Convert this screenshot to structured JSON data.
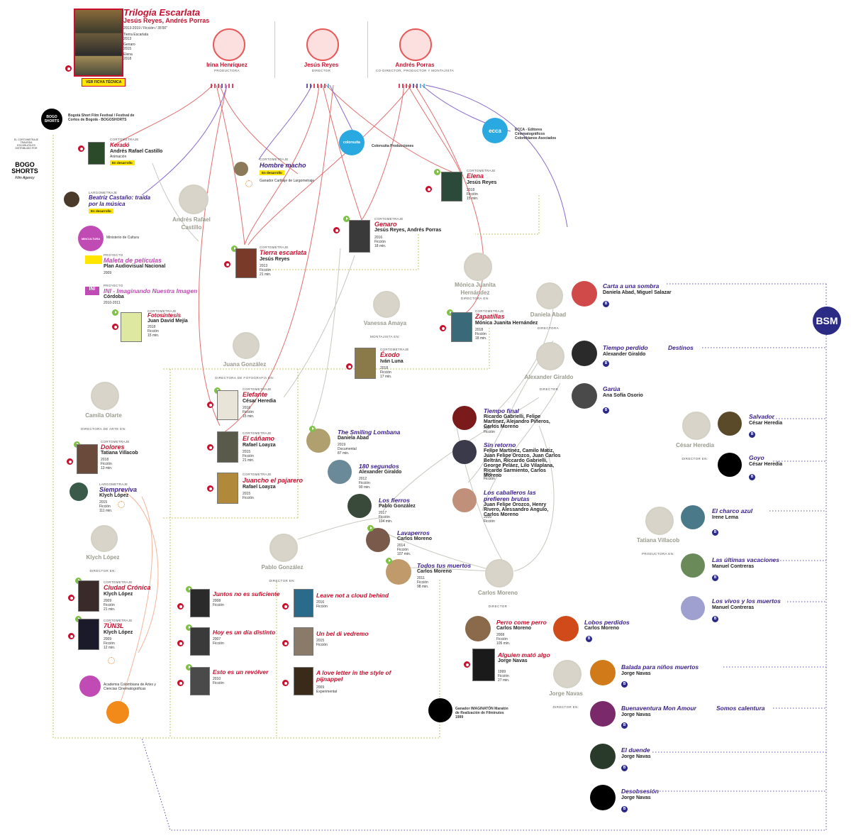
{
  "header": {
    "title": "Trilogía Escarlata",
    "directors": "Jesús Reyes, Andrés Porras",
    "info": "2013-2019 / Ficción / 35'00\"",
    "meta_lines": [
      "Tierra Escarlata",
      "2013",
      "Genaro",
      "2015",
      "Elena",
      "2018"
    ],
    "cta": "VER FICHA TÉCNICA"
  },
  "protagonists": [
    {
      "name": "Irina Henríquez",
      "role": "PRODUCTORA"
    },
    {
      "name": "Jesús Reyes",
      "role": "DIRECTOR"
    },
    {
      "name": "Andrés Porras",
      "role": "CO-DIRECTOR, PRODUCTOR Y MONTAJISTA"
    }
  ],
  "orgs": {
    "bogoshorts_festival": "Bogotá Short Film Festival / Festival de Cortos de Bogotá - BOGOSHORTS",
    "bogoshorts_distrib": "EL CORTOMETRAJE TRAVESÍA ESCARLATA ES DISTRIBUIDO POR",
    "bogoshorts_logo": "BOGO SHORTS",
    "bogoshorts_agency": "Film Agency",
    "colorsuita": "Colorsuita Producciones",
    "colorsuita_short": "colorsuita",
    "ecca_short": "ecca",
    "ecca": "ECCA - Editores Cinematográficos Colombianos Asociados",
    "mincultura": "Ministerio de Cultura",
    "mincultura_short": "MINCULTURA",
    "academia": "Academia Colombiana de Artes y Ciencias Cinematográficas",
    "imaginaton": "Ganador IMAGINATÓN Maratón de Realización de Filminutos 1999",
    "bm_logo": "BSM"
  },
  "left_projects": [
    {
      "kind": "CORTOMETRAJE",
      "title": "Keradó",
      "director": "Andrés Rafael Castillo",
      "meta": "Animación",
      "tag": "En desarrollo"
    },
    {
      "kind": "LARGOMETRAJE",
      "title": "Beatriz Castaño: traída por la música",
      "tag": "En desarrollo"
    },
    {
      "kind": "PROYECTO",
      "title": "Maleta de películas",
      "director": "Plan Audiovisual Nacional",
      "meta": "2009"
    },
    {
      "kind": "PROYECTO",
      "title": "INI - Imaginando Nuestra Imagen",
      "director": "Córdoba",
      "meta": "2010-2011"
    },
    {
      "kind": "CORTOMETRAJE",
      "title": "Fotosíntesis",
      "director": "Juan David Mejía",
      "meta": "2018 Ficción 15 min."
    }
  ],
  "center_projects": [
    {
      "kind": "CORTOMETRAJE",
      "title": "Hombre macho",
      "tag": "En desarrollo",
      "award": "Ganador Cartilaje de Largometraje"
    },
    {
      "kind": "CORTOMETRAJE",
      "title": "Elena",
      "director": "Jesús Reyes",
      "meta": "2018 Ficción 15 min."
    },
    {
      "kind": "CORTOMETRAJE",
      "title": "Genaro",
      "director": "Jesús Reyes, Andrés Porras",
      "meta": "2016 Ficción 18 min."
    },
    {
      "kind": "CORTOMETRAJE",
      "title": "Tierra escarlata",
      "director": "Jesús Reyes",
      "meta": "2013 Ficción 21 min."
    },
    {
      "kind": "CORTOMETRAJE",
      "title": "Zapatillas",
      "director": "Mónica Juanita Hernández",
      "meta": "2018 Ficción 18 min."
    },
    {
      "kind": "CORTOMETRAJE",
      "title": "Éxodo",
      "director": "Iván Luna",
      "meta": "2018 Ficción 17 min."
    },
    {
      "kind": "CORTOMETRAJE",
      "title": "Elefante",
      "director": "César Heredia",
      "meta": "2016 Ficción 15 min."
    },
    {
      "kind": "CORTOMETRAJE",
      "title": "El cáñamo",
      "director": "Rafael Loayza",
      "meta": "2015 Ficción 21 min."
    },
    {
      "kind": "CORTOMETRAJE",
      "title": "Juancho el pajarero",
      "director": "Rafael Loayza",
      "meta": "2015 Ficción"
    },
    {
      "kind": "CORTOMETRAJE",
      "title": "Dolores",
      "director": "Tatiana Villacob",
      "meta": "2018 Ficción 13 min."
    },
    {
      "kind": "LARGOMETRAJE",
      "title": "Siempreviva",
      "director": "Klych López",
      "meta": "2015 Ficción 111 min."
    },
    {
      "kind": "CORTOMETRAJE",
      "title": "Ciudad Crónica",
      "director": "Klych López",
      "meta": "2009 Ficción 21 min."
    },
    {
      "kind": "CORTOMETRAJE",
      "title": "7ÚN3L",
      "director": "Klych López",
      "meta": "2009 Ficción 12 min."
    }
  ],
  "pablo_projects": [
    {
      "title": "Juntos no es suficiente",
      "meta": "2008 Ficción"
    },
    {
      "title": "Hoy es un día distinto",
      "meta": "2007 Ficción"
    },
    {
      "title": "Esto es un revólver",
      "meta": "2010 Ficción"
    },
    {
      "title": "Leave not a cloud behind",
      "meta": "2016 Ficción"
    },
    {
      "title": "Un bel di vedremo",
      "meta": "2015 Ficción"
    },
    {
      "title": "A love letter in the style of pijnappel",
      "meta": "2009 Experimental"
    }
  ],
  "mid_projects": [
    {
      "title": "The Smiling Lombana",
      "director": "Daniela Abad",
      "meta": "2019 Documental 87 min."
    },
    {
      "title": "180 segundos",
      "director": "Alexander Giraldo",
      "meta": "2012 Ficción 90 min."
    },
    {
      "title": "Los fierros",
      "director": "Pablo González",
      "meta": "2017 Ficción 104 min."
    },
    {
      "title": "Lavaperros",
      "director": "Carlos Moreno",
      "meta": "2014 Ficción 107 min."
    },
    {
      "title": "Todos tus muertos",
      "director": "Carlos Moreno",
      "meta": "2011 Ficción 98 min."
    },
    {
      "title": "Tiempo final",
      "director": "Ricardo Gabrielli, Felipe Martínez, Alejandro Piñeros, Carlos Moreno",
      "meta": "2007 Ficción"
    },
    {
      "title": "Sin retorno",
      "director": "Felipe Martínez, Camilo Matiz, Juan Felipe Orozco, Juan Carlos Beltrán, Riccardo Gabrielli, George Peláez, Lilo Vilaplana, Ricardo Sarmiento, Carlos Moreno",
      "meta": "2008 Ficción"
    },
    {
      "title": "Los caballeros las prefieren brutas",
      "director": "Juan Felipe Orozco, Henry Rivero, Alessandro Angulo, Carlos Moreno",
      "meta": "2010 Ficción"
    },
    {
      "title": "Perro come perro",
      "director": "Carlos Moreno",
      "meta": "2008 Ficción 105 min."
    },
    {
      "title": "Lobos perdidos",
      "director": "Carlos Moreno",
      "meta": ""
    },
    {
      "title": "Alguien mató algo",
      "director": "Jorge Navas",
      "meta": "1999 Ficción 27 min."
    }
  ],
  "right_projects": [
    {
      "title": "Carta a una sombra",
      "director": "Daniela Abad, Miguel Salazar"
    },
    {
      "title": "Tiempo perdido",
      "extra": "Destinos",
      "director": "Alexander Giraldo"
    },
    {
      "title": "Garúa",
      "director": "Ana Sofía Osorio"
    },
    {
      "title": "Salvador",
      "director": "César Heredia"
    },
    {
      "title": "Goyo",
      "director": "César Heredia"
    },
    {
      "title": "El charco azul",
      "director": "Irene Lema"
    },
    {
      "title": "Las últimas vacaciones",
      "director": "Manuel Contreras"
    },
    {
      "title": "Los vivos y los muertos",
      "director": "Manuel Contreras"
    },
    {
      "title": "Balada para niños muertos",
      "director": "Jorge Navas"
    },
    {
      "title": "Buenaventura Mon Amour",
      "extra": "Somos calentura",
      "director": "Jorge Navas"
    },
    {
      "title": "El duende",
      "director": "Jorge Navas"
    },
    {
      "title": "Desobsesión",
      "director": "Jorge Navas"
    }
  ],
  "people": [
    {
      "name": "Andrés Rafael Castillo",
      "role": ""
    },
    {
      "name": "Mónica Juanita Hernández",
      "role": "DIRECTORA EN:"
    },
    {
      "name": "Vanessa Amaya",
      "role": "MONTAJISTA EN:"
    },
    {
      "name": "Juana González",
      "role": "DIRECTORA DE FOTOGRAFÍA EN:"
    },
    {
      "name": "Camila Olarte",
      "role": "DIRECTORA DE ARTE EN:"
    },
    {
      "name": "Klych López",
      "role": "DIRECTOR EN:"
    },
    {
      "name": "Daniela Abad",
      "role": "DIRECTORA"
    },
    {
      "name": "Alexander Giraldo",
      "role": "DIRECTOR"
    },
    {
      "name": "César Heredia",
      "role": "DIRECTOR EN:"
    },
    {
      "name": "Tatiana Villacob",
      "role": "PRODUCTORA EN:"
    },
    {
      "name": "Pablo González",
      "role": "DIRECTOR EN:"
    },
    {
      "name": "Carlos Moreno",
      "role": "DIRECTOR"
    },
    {
      "name": "Jorge Navas",
      "role": "DIRECTOR EN:"
    }
  ],
  "colors": {
    "red": "#c8102e",
    "purple": "#3b1f8c",
    "orange": "#e08a2a",
    "olive": "#b5b53c",
    "blue": "#2aa8e0"
  }
}
